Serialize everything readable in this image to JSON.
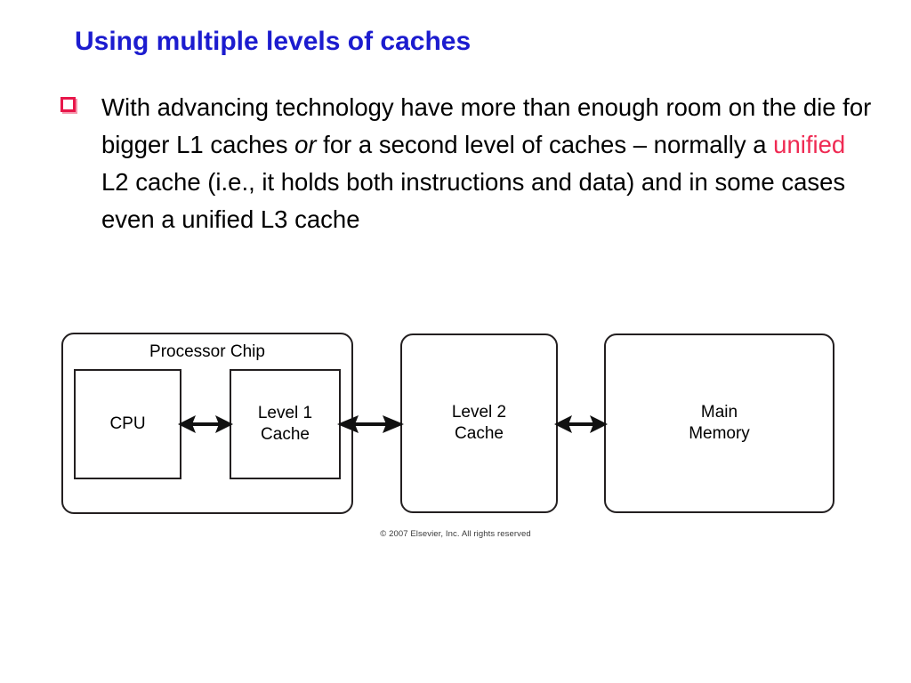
{
  "slide": {
    "title": "Using multiple levels of caches",
    "title_color": "#1c1ccf",
    "background_color": "#ffffff"
  },
  "body": {
    "bullet_glyph": "hollow-square-bullet",
    "bullet_color": "#e8174a",
    "highlight_color": "#ef2a53",
    "segments": [
      {
        "text": "With advancing technology have more than enough room on the die for bigger L1 caches ",
        "style": "normal"
      },
      {
        "text": "or",
        "style": "italic"
      },
      {
        "text": " for a second level of caches – normally a ",
        "style": "normal"
      },
      {
        "text": "unified",
        "style": "red"
      },
      {
        "text": " L2 cache (i.e., it holds both instructions and data) and in some cases even a unified L3 cache",
        "style": "normal"
      }
    ]
  },
  "diagram": {
    "processor_chip_label": "Processor Chip",
    "cpu_label": "CPU",
    "l1_label": "Level 1\nCache",
    "l1_label_line1": "Level 1",
    "l1_label_line2": "Cache",
    "l2_label_line1": "Level 2",
    "l2_label_line2": "Cache",
    "memory_label_line1": "Main",
    "memory_label_line2": "Memory",
    "arrows": [
      {
        "name": "cpu-to-l1",
        "type": "double-headed"
      },
      {
        "name": "l1-to-l2",
        "type": "double-headed"
      },
      {
        "name": "l2-to-memory",
        "type": "double-headed"
      }
    ],
    "line_color": "#231f20"
  },
  "copyright": "© 2007 Elsevier, Inc. All rights reserved"
}
